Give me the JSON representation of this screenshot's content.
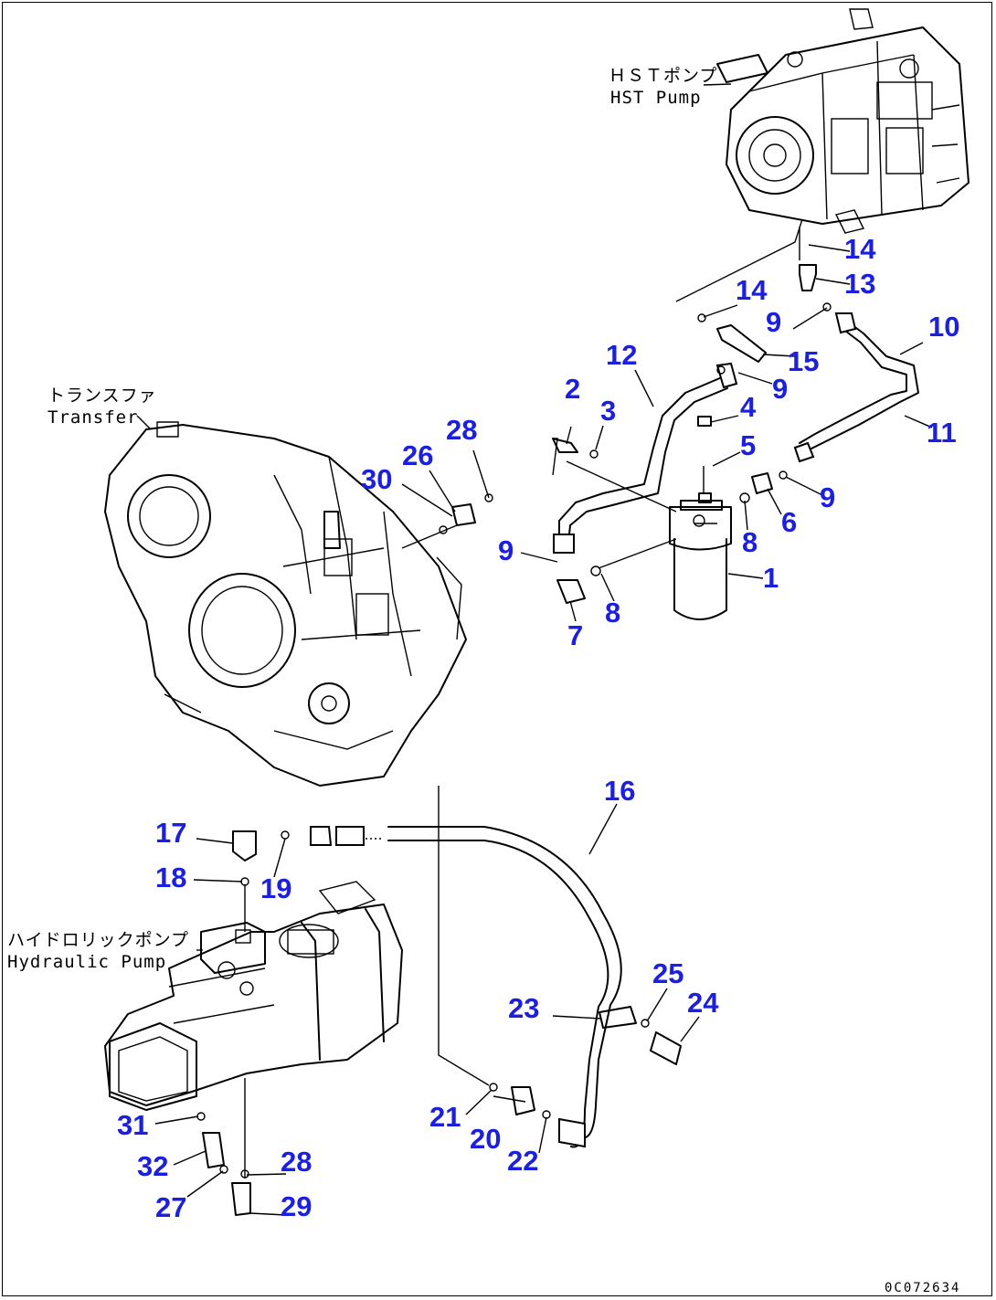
{
  "assemblies": {
    "hst_pump_jp": "ＨＳＴポンプ",
    "hst_pump_en": "HST Pump",
    "transfer_jp": "トランスファ",
    "transfer_en": "Transfer",
    "hydraulic_pump_jp": "ハイドロリックポンプ",
    "hydraulic_pump_en": "Hydraulic Pump"
  },
  "callouts": {
    "c1": "1",
    "c2": "2",
    "c3": "3",
    "c4": "4",
    "c5": "5",
    "c6": "6",
    "c7": "7",
    "c8a": "8",
    "c8b": "8",
    "c9a": "9",
    "c9b": "9",
    "c9c": "9",
    "c9d": "9",
    "c10": "10",
    "c11": "11",
    "c12": "12",
    "c13": "13",
    "c14a": "14",
    "c14b": "14",
    "c15": "15",
    "c16": "16",
    "c17": "17",
    "c18": "18",
    "c19": "19",
    "c20": "20",
    "c21": "21",
    "c22": "22",
    "c23": "23",
    "c24": "24",
    "c25": "25",
    "c26": "26",
    "c27": "27",
    "c28a": "28",
    "c28b": "28",
    "c29": "29",
    "c30": "30",
    "c31": "31",
    "c32": "32"
  },
  "drawing_code": "0C072634",
  "colors": {
    "callout": "#1b1fe0",
    "line": "#000000"
  }
}
